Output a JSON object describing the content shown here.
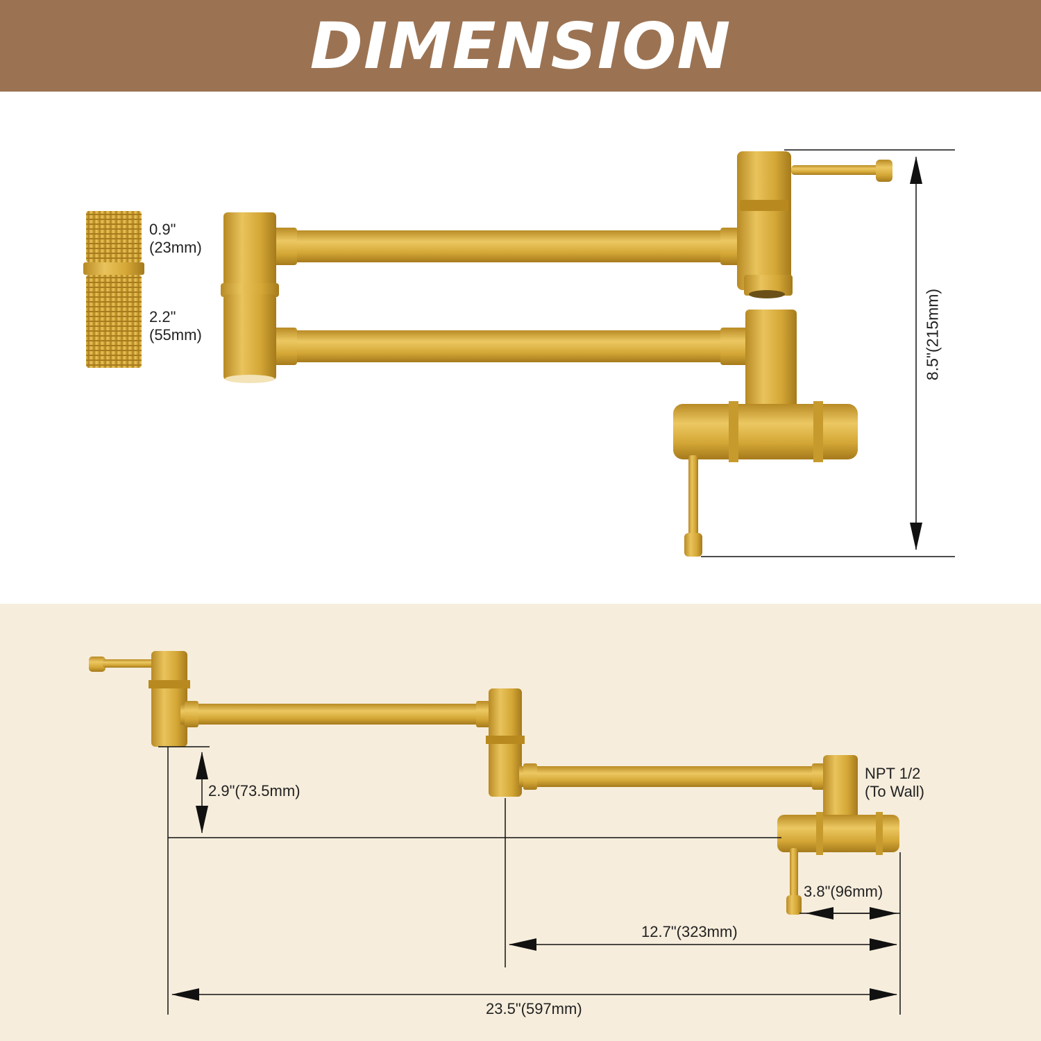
{
  "banner": {
    "title": "DIMENSION"
  },
  "colors": {
    "banner": "#9b7353",
    "lower_panel": "#f6eddc",
    "brass": "#d4a736",
    "line": "#111111"
  },
  "top_view": {
    "fitting_top": [
      "0.9\"",
      "(23mm)"
    ],
    "fitting_bottom": [
      "2.2\"",
      "(55mm)"
    ],
    "height": "8.5\"(215mm)"
  },
  "side_view": {
    "drop": "2.9\"(73.5mm)",
    "npt": [
      "NPT 1/2",
      "(To Wall)"
    ],
    "body_width": "3.8\"(96mm)",
    "second_arm": "12.7\"(323mm)",
    "total_reach": "23.5\"(597mm)"
  }
}
